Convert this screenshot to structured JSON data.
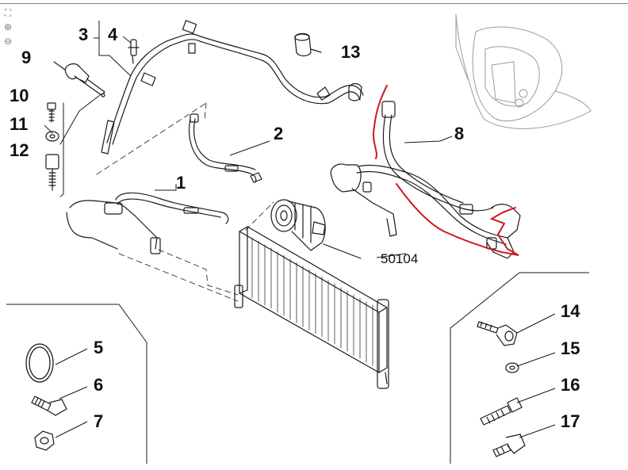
{
  "toolbar": {
    "items": [
      {
        "name": "fit-view-icon",
        "glyph": "⛶"
      },
      {
        "name": "zoom-in-icon",
        "glyph": "⊕"
      },
      {
        "name": "zoom-out-icon",
        "glyph": "⊖"
      }
    ]
  },
  "callouts": {
    "c1": "1",
    "c2": "2",
    "c3": "3",
    "c4": "4",
    "c5": "5",
    "c6": "6",
    "c7": "7",
    "c8": "8",
    "c9": "9",
    "c10": "10",
    "c11": "11",
    "c12": "12",
    "c13": "13",
    "c14": "14",
    "c15": "15",
    "c16": "16",
    "c17": "17",
    "c50104": "50104"
  },
  "colors": {
    "line": "#1a1a1a",
    "highlight": "#d0181c",
    "faint": "#9a9a9a"
  }
}
